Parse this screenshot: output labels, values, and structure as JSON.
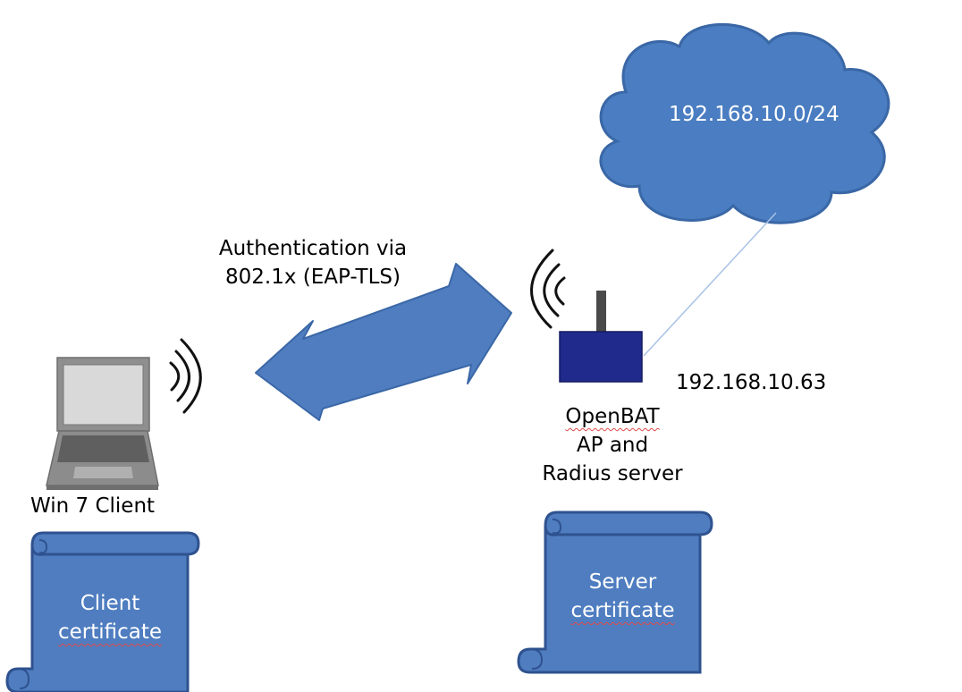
{
  "network": {
    "subnet_label": "192.168.10.0/24"
  },
  "link": {
    "line1": "Authentication via",
    "line2": "802.1x (EAP-TLS)"
  },
  "access_point": {
    "ip_label": "192.168.10.63",
    "name_line1": "OpenBAT",
    "name_line2": "AP and",
    "name_line3": "Radius server",
    "box_color": "#1f2a8c",
    "antenna_color": "#4a4a4a"
  },
  "client": {
    "name": "Win 7 Client"
  },
  "certificates": {
    "client_line1": "Client",
    "client_line2": "certificate",
    "server_line1": "Server",
    "server_line2": "certificate",
    "fill_color": "#4f7dc0",
    "stroke_color": "#2f528f"
  },
  "colors": {
    "cloud_fill": "#4a7dc1",
    "arrow_fill": "#4f7dc0"
  }
}
